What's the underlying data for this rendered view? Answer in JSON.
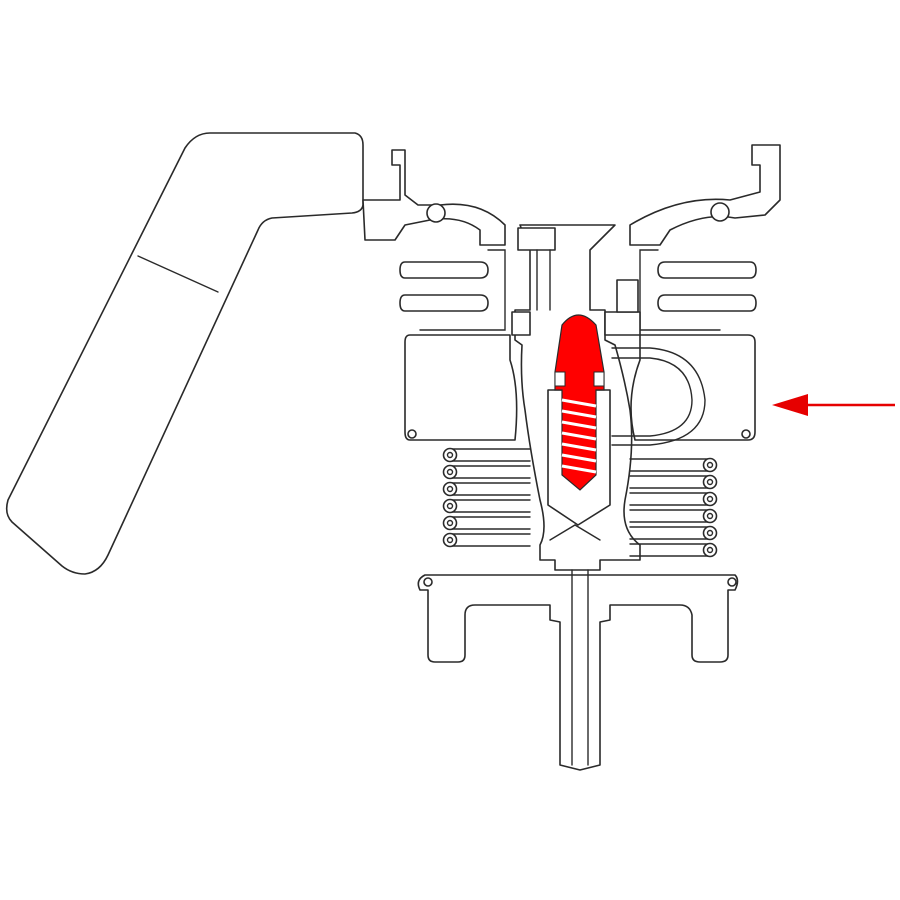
{
  "diagram": {
    "subject": "portafilter-valve-cross-section",
    "colors": {
      "line": "#2a2a2a",
      "highlight": "#ff0000",
      "arrow": "#e60000",
      "background": "#ffffff"
    },
    "highlighted_part": "valve-pin-and-spring",
    "arrow_direction": "left"
  }
}
